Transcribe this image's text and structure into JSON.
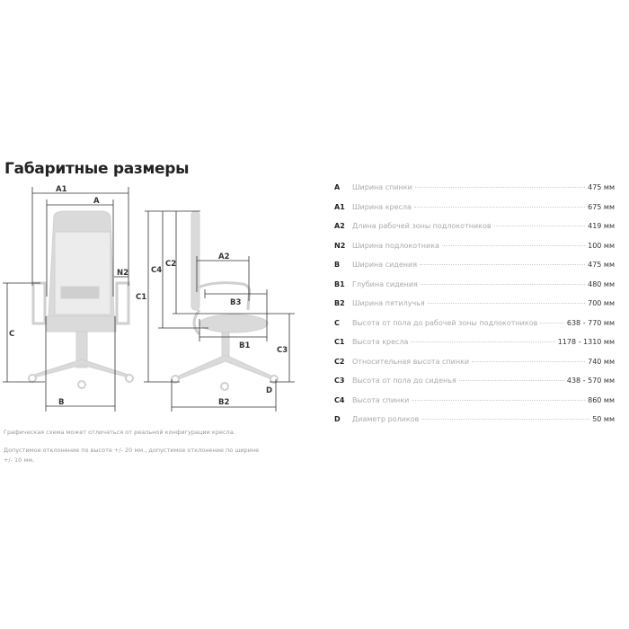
{
  "title": "Габаритные размеры",
  "diagram_labels": {
    "A1": "A1",
    "A": "A",
    "N2": "N2",
    "C": "C",
    "C1": "C1",
    "B": "B",
    "C4": "C4",
    "C2": "C2",
    "A2": "A2",
    "B3": "B3",
    "B1": "B1",
    "C3": "C3",
    "B2": "B2",
    "D": "D"
  },
  "notes": [
    "Графическая схема может отличаться от реальной конфигурации кресла.",
    "Допустимое отклонение по высоте +/- 20 мм., допустимое отклонение по ширине +/- 10 мм."
  ],
  "dimensions": [
    {
      "code": "A",
      "desc": "Ширина спинки",
      "value": "475 мм"
    },
    {
      "code": "A1",
      "desc": "Ширина кресла",
      "value": "675 мм"
    },
    {
      "code": "A2",
      "desc": "Длина рабочей зоны подлокотников",
      "value": "419 мм"
    },
    {
      "code": "N2",
      "desc": "Ширина подлокотника",
      "value": "100 мм"
    },
    {
      "code": "B",
      "desc": "Ширина сидения",
      "value": "475 мм"
    },
    {
      "code": "B1",
      "desc": "Глубина сидения",
      "value": "480 мм"
    },
    {
      "code": "B2",
      "desc": "Ширина пятилучья",
      "value": "700 мм"
    },
    {
      "code": "C",
      "desc": "Высота от пола до рабочей зоны подлокотников",
      "value": "638 - 770 мм"
    },
    {
      "code": "C1",
      "desc": "Высота кресла",
      "value": "1178 - 1310 мм"
    },
    {
      "code": "C2",
      "desc": "Относительная высота спинки",
      "value": "740 мм"
    },
    {
      "code": "C3",
      "desc": "Высота от пола до сиденья",
      "value": "438 - 570 мм"
    },
    {
      "code": "C4",
      "desc": "Высота спинки",
      "value": "860 мм"
    },
    {
      "code": "D",
      "desc": "Диаметр роликов",
      "value": "50 мм"
    }
  ]
}
